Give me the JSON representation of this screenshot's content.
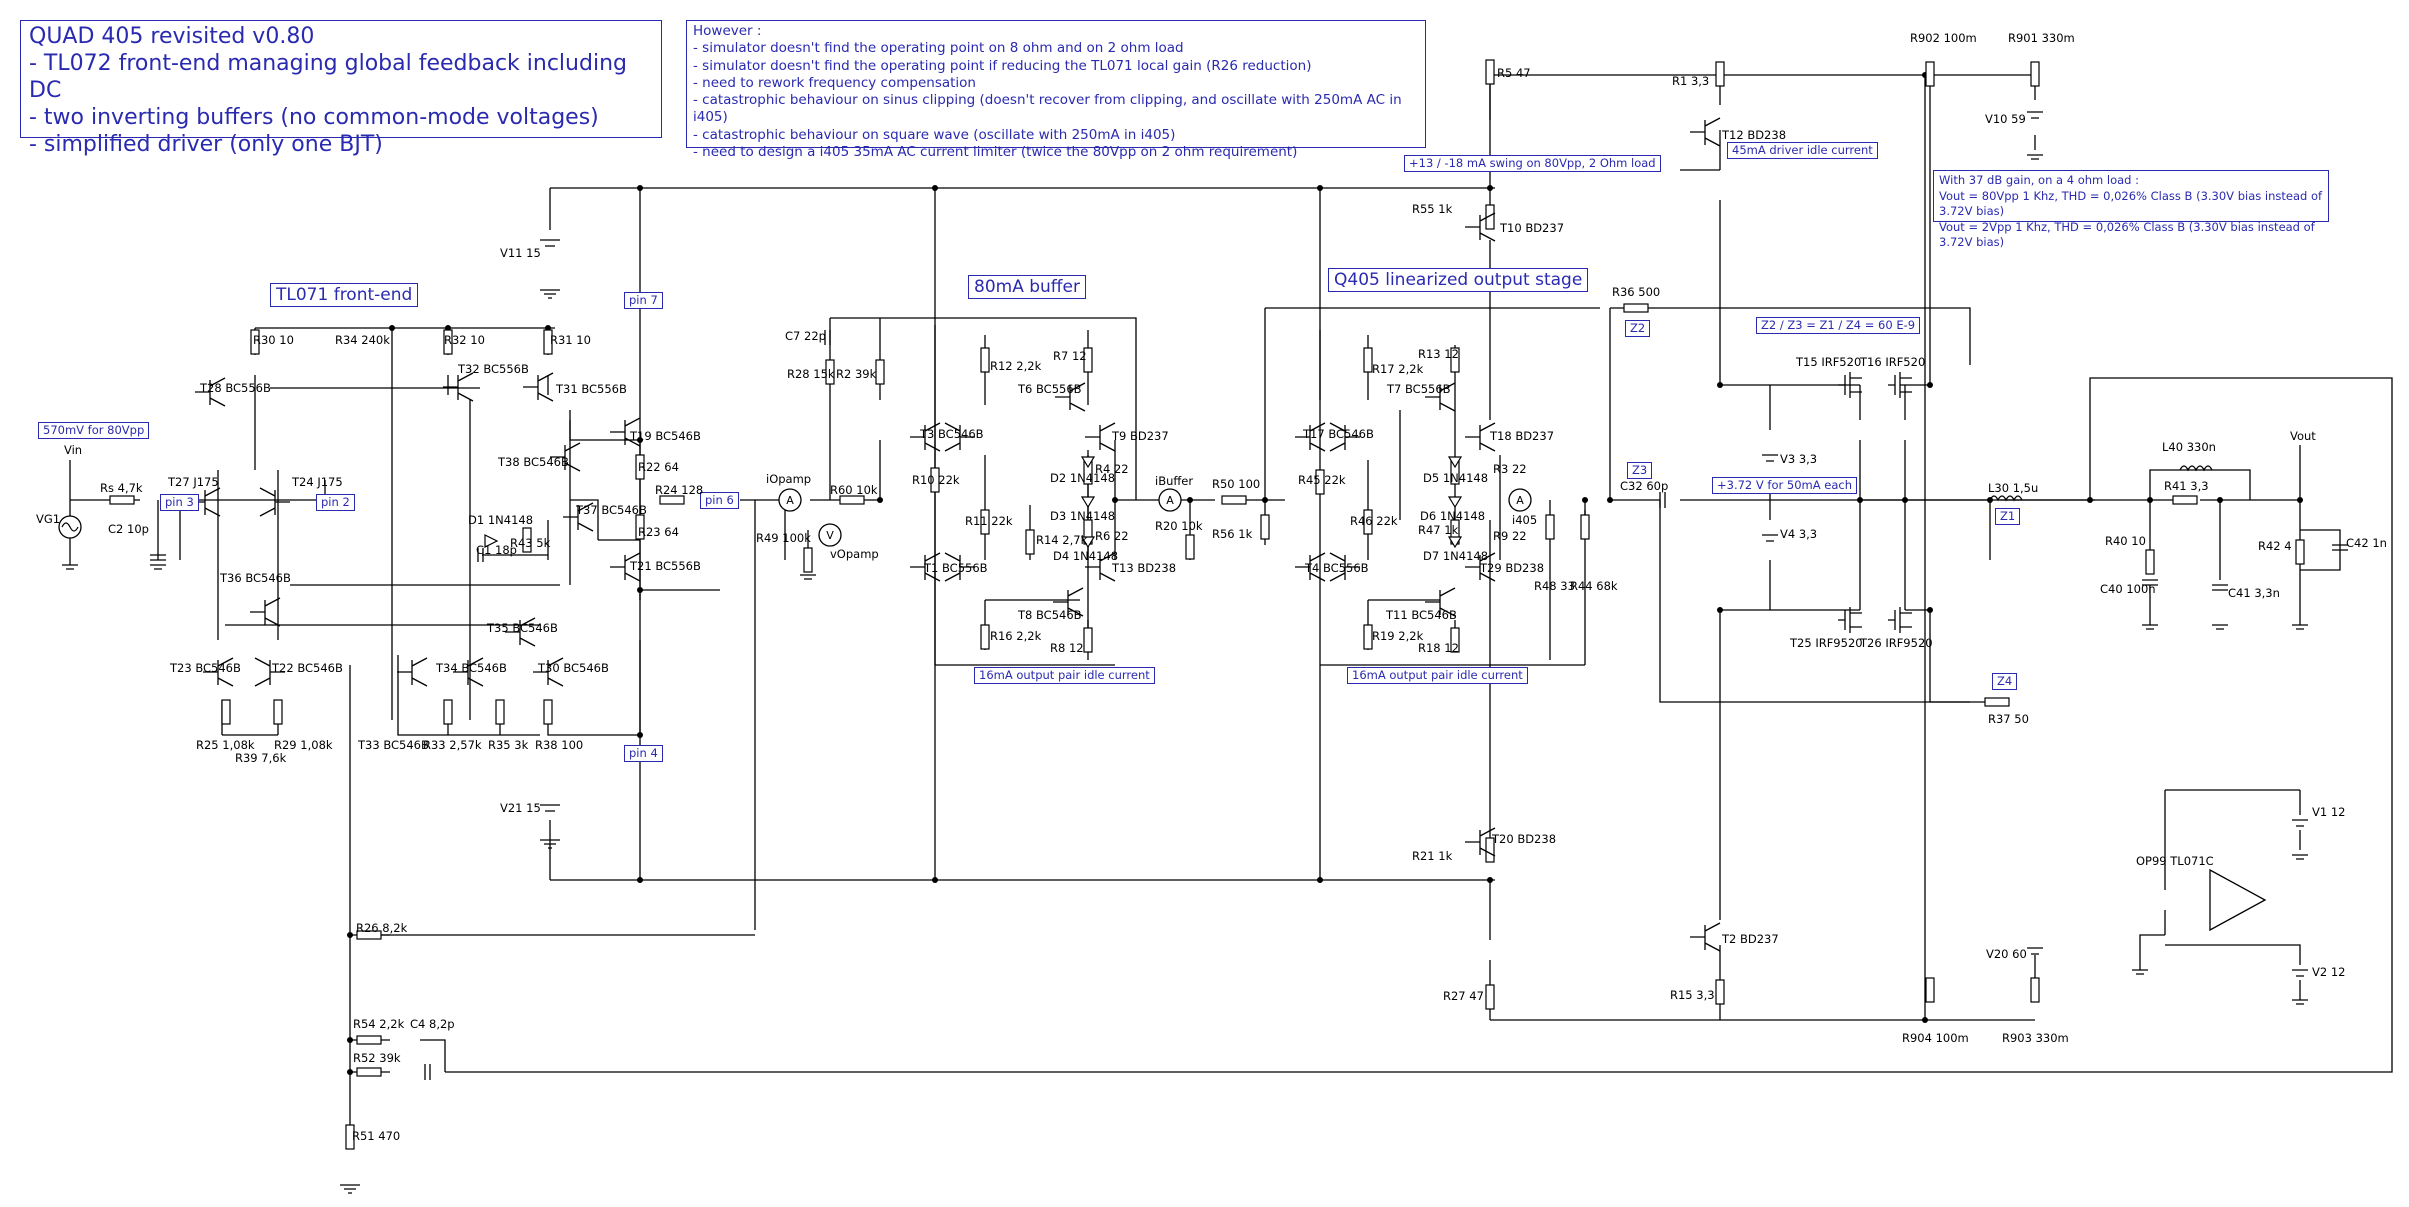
{
  "title_lines": [
    "QUAD 405 revisited v0.80",
    "- TL072 front-end managing global feedback including DC",
    "- two inverting buffers (no common-mode voltages)",
    "- simplified driver (only one BJT)"
  ],
  "notes_lines": [
    "However :",
    "- simulator doesn't find the operating point on 8 ohm and on 2 ohm load",
    "- simulator doesn't find the operating point if reducing the TL071 local gain (R26 reduction)",
    "- need to rework frequency compensation",
    "- catastrophic behaviour on sinus clipping (doesn't recover from clipping, and oscillate with 250mA AC in i405)",
    "- catastrophic behaviour on square wave (oscillate with 250mA in i405)",
    "- need to design a i405 35mA AC current limiter (twice the 80Vpp on 2 ohm requirement)"
  ],
  "gain_lines": [
    "With 37 dB gain, on a 4 ohm load :",
    "Vout = 80Vpp 1 Khz, THD = 0,026% Class B (3.30V bias instead of 3.72V bias)",
    "Vout =   2Vpp 1 Khz, THD = 0,026% Class B (3.30V bias instead of 3.72V bias)"
  ],
  "sections": {
    "frontend": "TL071 front-end",
    "buffer": "80mA buffer",
    "output": "Q405 linearized output stage"
  },
  "tags": {
    "vin_level": "570mV for 80Vpp",
    "pin3": "pin 3",
    "pin2": "pin 2",
    "pin7": "pin 7",
    "pin4": "pin 4",
    "pin6": "pin 6",
    "idle_buffer": "16mA output pair idle current",
    "idle_output": "16mA output pair idle current",
    "swing": "+13 / -18 mA swing on 80Vpp,  2 Ohm load",
    "driver_idle": "45mA driver idle current",
    "z_relation": "Z2 / Z3 = Z1 / Z4 = 60 E-9",
    "bias": "+3.72 V for 50mA each",
    "z1": "Z1",
    "z2": "Z2",
    "z3": "Z3",
    "z4": "Z4"
  },
  "labels": {
    "vin": "Vin",
    "vg1": "VG1",
    "rs": "Rs 4,7k",
    "c2": "C2 10p",
    "t27": "T27 J175",
    "t24": "T24 J175",
    "t28": "T28 BC556B",
    "r30": "R30 10",
    "r34": "R34 240k",
    "r32": "R32 10",
    "r31": "R31 10",
    "t32": "T32 BC556B",
    "t31": "T31 BC556B",
    "t38": "T38 BC546B",
    "t37": "T37 BC546B",
    "d1": "D1 1N4148",
    "c1": "C1 18p",
    "r43": "R43 5k",
    "t36": "T36 BC546B",
    "t35": "T35 BC546B",
    "t23": "T23 BC546B",
    "t22": "T22 BC546B",
    "t34": "T34 BC546B",
    "t30": "T30 BC546B",
    "r25": "R25 1,08k",
    "r39": "R39 7,6k",
    "r29": "R29 1,08k",
    "t33": "T33 BC546B",
    "r33": "R33 2,57k",
    "r35": "R35 3k",
    "r38": "R38 100",
    "v11": "V11 15",
    "v21": "V21 15",
    "t19": "T19 BC546B",
    "r22": "R22 64",
    "r24": "R24 128",
    "r23": "R23 64",
    "t21": "T21 BC556B",
    "r26": "R26 8,2k",
    "r54": "R54 2,2k",
    "c4": "C4 8,2p",
    "r52": "R52 39k",
    "r51": "R51 470",
    "iopamp": "iOpamp",
    "vopamp": "vOpamp",
    "r49": "R49 100k",
    "r60": "R60 10k",
    "c7": "C7 22p",
    "r28": "R28 15k",
    "r2": "R2 39k",
    "t3": "T3 BC546B",
    "r12": "R12 2,2k",
    "r7": "R7 12",
    "t6": "T6 BC556B",
    "t9": "T9 BD237",
    "d2": "D2 1N4148",
    "d3": "D3 1N4148",
    "d4": "D4 1N4148",
    "r4": "R4 22",
    "r6": "R6 22",
    "r10": "R10 22k",
    "r11": "R11 22k",
    "r14": "R14 2,7k",
    "t1": "T1 BC556B",
    "t13": "T13 BD238",
    "t8": "T8 BC546B",
    "r16": "R16 2,2k",
    "r8": "R8 12",
    "ibuffer": "iBuffer",
    "r20": "R20 10k",
    "r50": "R50 100",
    "r56": "R56 1k",
    "t17": "T17 BC546B",
    "r13": "R13 12",
    "r17": "R17 2,2k",
    "t7": "T7 BC556B",
    "t18": "T18 BD237",
    "r45": "R45 22k",
    "r46": "R46 22k",
    "d5": "D5 1N4148",
    "d6": "D6 1N4148",
    "d7": "D7 1N4148",
    "r47": "R47 1k",
    "r3": "R3 22",
    "r9": "R9 22",
    "t4": "T4 BC556B",
    "t29": "T29 BD238",
    "t11": "T11 BC546B",
    "r19": "R19 2,2k",
    "r18": "R18 12",
    "i405": "i405",
    "r48": "R48 33",
    "r44": "R44 68k",
    "r5": "R5 47",
    "r55": "R55 1k",
    "t10": "T10 BD237",
    "r36": "R36 500",
    "c32": "C32 60p",
    "r21": "R21 1k",
    "t20": "T20 BD238",
    "r27": "R27 47",
    "r1": "R1 3,3",
    "t12": "T12 BD238",
    "r902": "R902 100m",
    "r901": "R901 330m",
    "v10": "V10 59",
    "t15": "T15 IRF520",
    "t16": "T16 IRF520",
    "v3": "V3 3,3",
    "v4": "V4 3,3",
    "t25": "T25 IRF9520",
    "t26": "T26 IRF9520",
    "r37": "R37 50",
    "l30": "L30 1,5u",
    "l40": "L40 330n",
    "r41": "R41 3,3",
    "vout": "Vout",
    "r40": "R40 10",
    "c40": "C40 100n",
    "c41": "C41 3,3n",
    "r42": "R42 4",
    "c42": "C42 1n",
    "t2": "T2 BD237",
    "r15": "R15 3,3",
    "v20": "V20 60",
    "r904": "R904 100m",
    "r903": "R903 330m",
    "v1": "V1 12",
    "v2": "V2 12",
    "op99": "OP99 TL071C"
  }
}
